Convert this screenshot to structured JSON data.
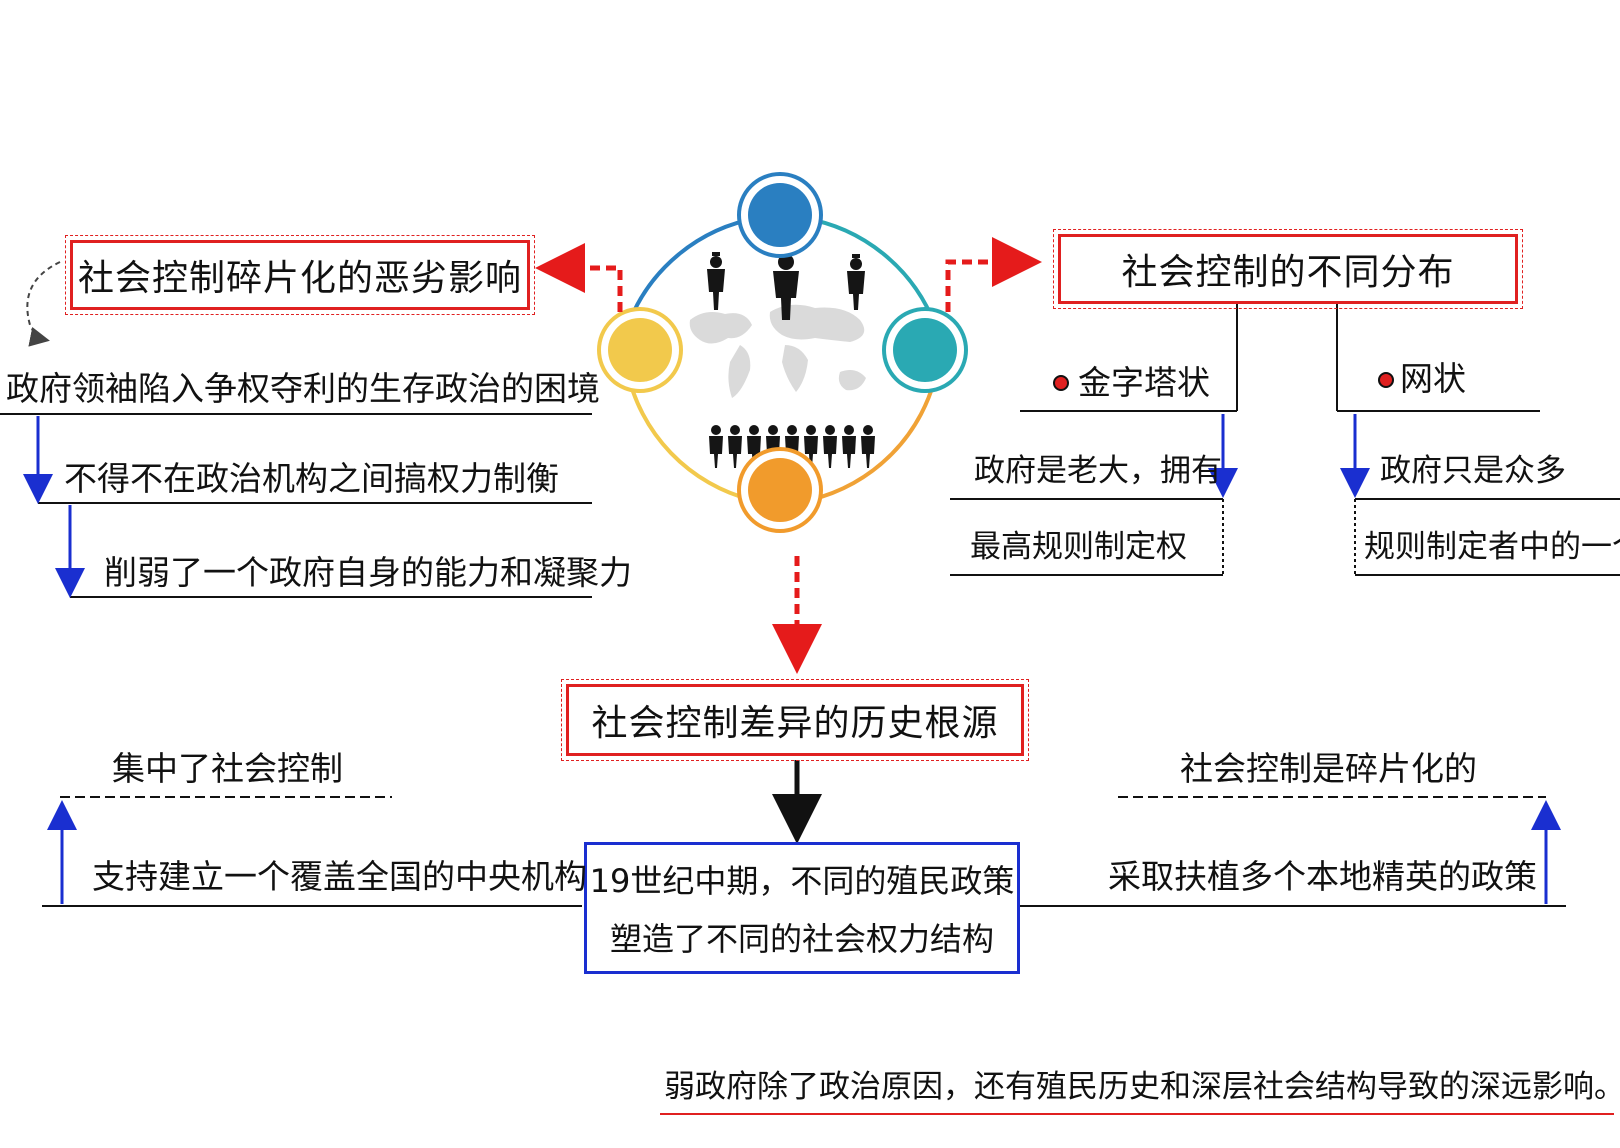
{
  "center": {
    "colors": {
      "blue": "#2a7fc1",
      "yellow": "#f2c94c",
      "teal": "#2aa9b3",
      "orange": "#f19b2c"
    }
  },
  "left": {
    "title": "社会控制碎片化的恶劣影响",
    "items": [
      "政府领袖陷入争权夺利的生存政治的困境",
      "不得不在政治机构之间搞权力制衡",
      "削弱了一个政府自身的能力和凝聚力"
    ]
  },
  "right": {
    "title": "社会控制的不同分布",
    "pyramid": {
      "label": "金字塔状",
      "line1": "政府是老大，拥有",
      "line2": "最高规则制定权"
    },
    "network": {
      "label": "网状",
      "line1": "政府只是众多",
      "line2": "规则制定者中的一个"
    }
  },
  "middle": {
    "title": "社会控制差异的历史根源",
    "box_line1": "19世纪中期，不同的殖民政策",
    "box_line2": "塑造了不同的社会权力结构",
    "left_top": "集中了社会控制",
    "left_bottom": "支持建立一个覆盖全国的中央机构",
    "right_top": "社会控制是碎片化的",
    "right_bottom": "采取扶植多个本地精英的政策"
  },
  "footer": {
    "conclusion": "弱政府除了政治原因，还有殖民历史和深层社会结构导致的深远影响。"
  }
}
